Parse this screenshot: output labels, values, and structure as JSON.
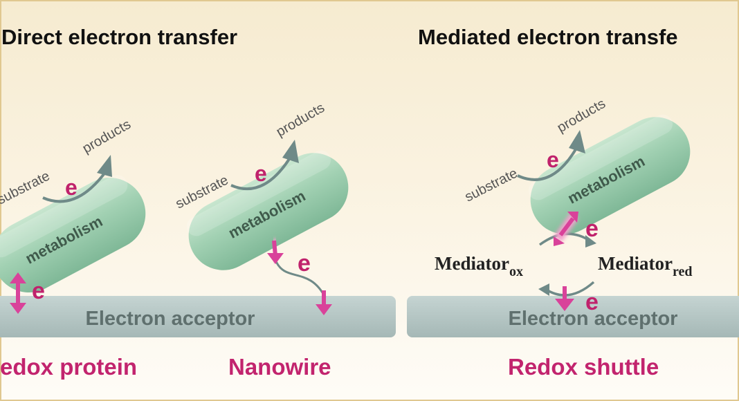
{
  "titles": {
    "direct": "Direct electron transfer",
    "mediated": "Mediated electron transfe"
  },
  "labels": {
    "products": "products",
    "substrate": "substrate",
    "metabolism": "metabolism",
    "electron": "e",
    "electron_acceptor": "Electron acceptor",
    "mediator": "Mediator",
    "ox": "ox",
    "red": "red"
  },
  "captions": {
    "redox_protein": "edox protein",
    "nanowire": "Nanowire",
    "redox_shuttle": "Redox shuttle"
  },
  "colors": {
    "title": "#111111",
    "caption": "#c2246e",
    "electron": "#c0226c",
    "arrow_gray": "#6f8a88",
    "bacterium": "#9ccdaf",
    "acceptor": "#b2c4c2",
    "acceptor_text": "#5c6d6b",
    "label_gray": "#555555",
    "background_top": "#f8eed6",
    "background_bottom": "#fefcf6"
  }
}
